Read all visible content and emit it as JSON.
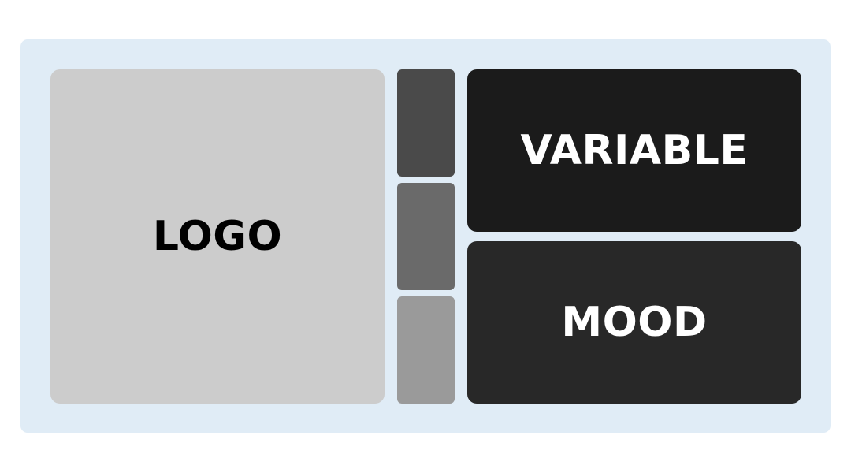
{
  "board": {
    "background": "#e0ecf6",
    "logo": {
      "label": "LOGO",
      "color": "#cccccc"
    },
    "swatches": [
      {
        "color": "#4a4a4a"
      },
      {
        "color": "#6a6a6a"
      },
      {
        "color": "#9a9a9a"
      }
    ],
    "words": [
      {
        "label": "VARIABLE",
        "color": "#1b1b1b"
      },
      {
        "label": "MOOD",
        "color": "#282828"
      }
    ]
  }
}
